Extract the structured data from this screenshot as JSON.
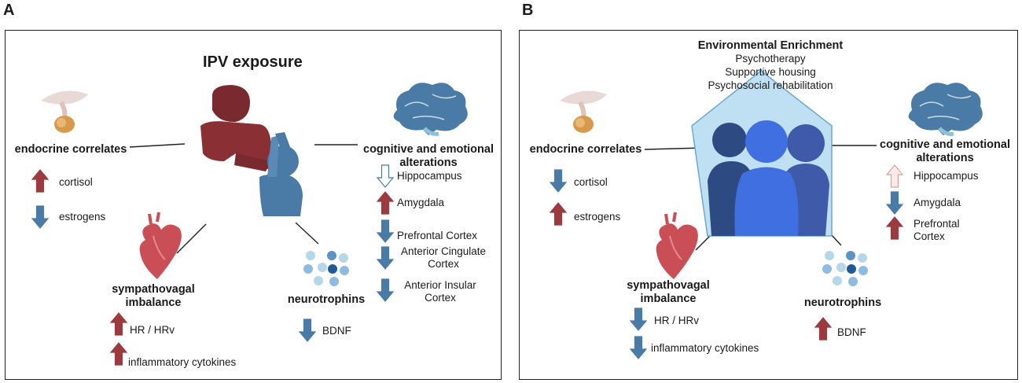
{
  "colors": {
    "up_arrow": "#9b3b3f",
    "down_arrow": "#4a7aa6",
    "hollow_up": "#d8a0a0",
    "hollow_down": "#ffffff",
    "border": "#222222",
    "house_fill": "#bfe0f2"
  },
  "panelA": {
    "letter": "A",
    "title": "IPV exposure",
    "endocrine": {
      "label": "endocrine correlates",
      "items": [
        {
          "text": "cortisol",
          "dir": "up"
        },
        {
          "text": "estrogens",
          "dir": "down"
        }
      ]
    },
    "cognitive": {
      "label_line1": "cognitive and emotional",
      "label_line2": "alterations",
      "items": [
        {
          "text": "Hippocampus",
          "dir": "down-hollow"
        },
        {
          "text": "Amygdala",
          "dir": "up"
        },
        {
          "text": "Prefrontal Cortex",
          "dir": "down"
        },
        {
          "text": "Anterior Cingulate",
          "text2": "Cortex",
          "dir": "down"
        },
        {
          "text": "Anterior Insular",
          "text2": "Cortex",
          "dir": "down"
        }
      ]
    },
    "sympatho": {
      "label_line1": "sympathovagal",
      "label_line2": "imbalance",
      "items": [
        {
          "text": "HR / HRv",
          "dir": "up"
        },
        {
          "text": "inflammatory cytokines",
          "dir": "up"
        }
      ]
    },
    "neuro": {
      "label": "neurotrophins",
      "items": [
        {
          "text": "BDNF",
          "dir": "down"
        }
      ]
    }
  },
  "panelB": {
    "letter": "B",
    "title": "Environmental Enrichment",
    "subtitles": [
      "Psychotherapy",
      "Supportive housing",
      "Psychosocial rehabilitation"
    ],
    "endocrine": {
      "label": "endocrine correlates",
      "items": [
        {
          "text": "cortisol",
          "dir": "down"
        },
        {
          "text": "estrogens",
          "dir": "up"
        }
      ]
    },
    "cognitive": {
      "label_line1": "cognitive and emotional",
      "label_line2": "alterations",
      "items": [
        {
          "text": "Hippocampus",
          "dir": "up-hollow"
        },
        {
          "text": "Amygdala",
          "dir": "down"
        },
        {
          "text": "Prefrontal",
          "text2": "Cortex",
          "dir": "up"
        }
      ]
    },
    "sympatho": {
      "label_line1": "sympathovagal",
      "label_line2": "imbalance",
      "items": [
        {
          "text": "HR / HRv",
          "dir": "down"
        },
        {
          "text": "inflammatory cytokines",
          "dir": "down"
        }
      ]
    },
    "neuro": {
      "label": "neurotrophins",
      "items": [
        {
          "text": "BDNF",
          "dir": "up"
        }
      ]
    }
  }
}
